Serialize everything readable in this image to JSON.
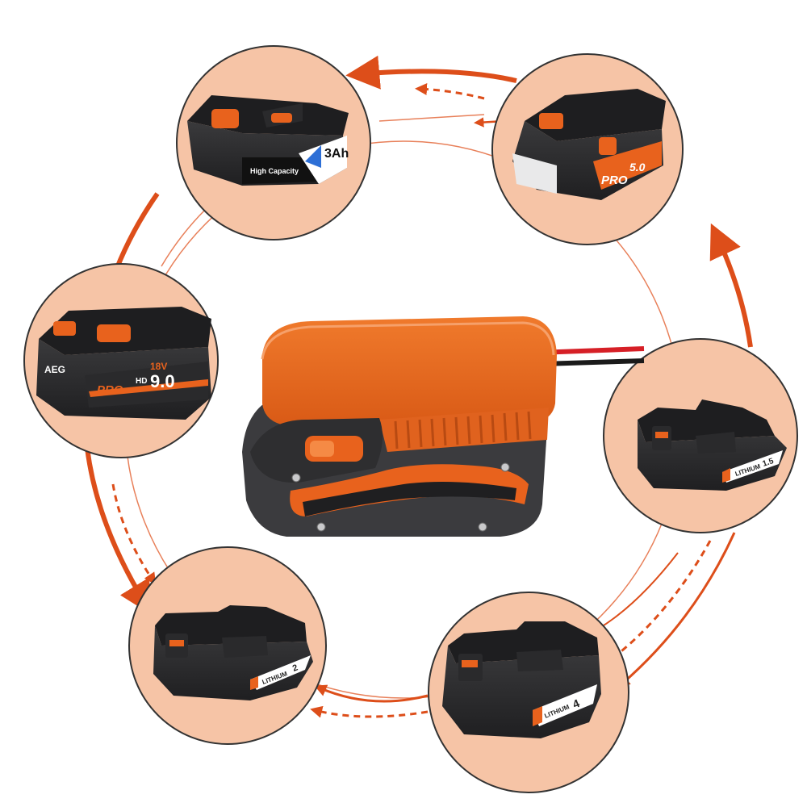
{
  "colors": {
    "accent": "#dd4e1a",
    "circle_fill": "#f6c4a6",
    "circle_stroke": "#333333",
    "thin_ring": "#e8805a",
    "battery_body": "#2f2f31",
    "battery_top": "#1e1e20",
    "battery_orange": "#e8621d",
    "adapter_orange": "#e96a23",
    "wire_red": "#d61f26",
    "wire_black": "#1a1a1a"
  },
  "batteries": {
    "top_left": {
      "icon": "battery-3ah-icon",
      "text_a": "High Capacity",
      "text_b": "3Ah"
    },
    "top_right": {
      "icon": "battery-pro-5ah-icon",
      "text_a": "PRO",
      "text_b": "5.0"
    },
    "left": {
      "icon": "battery-aeg-9ah-icon",
      "brand": "AEG",
      "voltage": "18V",
      "series": "PRO",
      "sub": "HD",
      "capacity": "9.0"
    },
    "right": {
      "icon": "battery-1-5ah-icon",
      "text_a": "LITHIUM",
      "text_b": "1.5"
    },
    "bottom_left": {
      "icon": "battery-2ah-icon",
      "text_a": "LITHIUM",
      "text_b": "2"
    },
    "bottom_right": {
      "icon": "battery-4ah-icon",
      "text_a": "LITHIUM",
      "text_b": "4"
    }
  },
  "adapter": {
    "icon": "power-wheel-adapter-icon"
  }
}
